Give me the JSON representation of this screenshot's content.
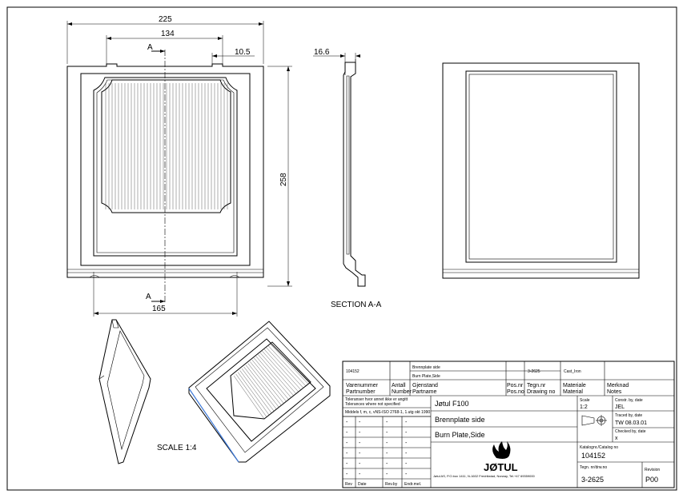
{
  "dimensions": {
    "overall_width": "225",
    "inner_width": "134",
    "tab_width": "10.5",
    "height": "258",
    "bottom_width": "165",
    "thickness": "16.6"
  },
  "section_markers": {
    "top": "A",
    "bottom": "A"
  },
  "labels": {
    "section": "SECTION  A-A",
    "scale": "SCALE  1:4"
  },
  "title_block": {
    "bom_row": {
      "partnumber": "104152",
      "name_no": "Brennplate side",
      "name_en": "Burn Plate,Side",
      "drawing_no": "3-2625",
      "material": "Cast_Iron"
    },
    "headers": {
      "varenummer": "Varenummer",
      "partnumber": "Partnumber",
      "antall": "Antall",
      "number": "Number",
      "gjenstand": "Gjenstand",
      "partname": "Partname",
      "posnr": "Pos.nr",
      "posno": "Pos.no",
      "tegnnr": "Tegn.nr",
      "drawingno": "Drawing no",
      "materiale": "Materiale",
      "material": "Material",
      "merknad": "Merknad",
      "notes": "Notes"
    },
    "tolerance_no": "Toleranser hvor annet ikke er angitt",
    "tolerance_en": "Tolerances where not specified",
    "tolerance_std": "Middels f, m, c, vNS-ISO 2768-1, 1.utg okt 1990",
    "product": "Jøtul F100",
    "title_no": "Brennplate side",
    "title_en": "Burn Plate,Side",
    "scale_label": "Scale",
    "scale_value": "1:2",
    "constr_label": "Constr. by, date",
    "constr_value": "JEL",
    "traced_label": "Traced by, date",
    "traced_value": "TW 08.03.01",
    "checked_label": "Checked by, date",
    "checked_value": "x",
    "catalog_label": "Katalognr./Catalog no",
    "catalog_value": "104152",
    "drawing_label": "Tegn. nr/drw.no",
    "drawing_value": "3-2625",
    "revision_label": "Revision",
    "revision_value": "P00",
    "brand": "JØTUL",
    "address": "Jøtul AS, P.O.box 1411, N-1602 Fredrikstad, Norway, Tel.+47 69359000",
    "revision_table": {
      "cell": "-",
      "headers": [
        "Rev",
        "Date",
        "Rev.by",
        "Endr.mel."
      ]
    }
  }
}
